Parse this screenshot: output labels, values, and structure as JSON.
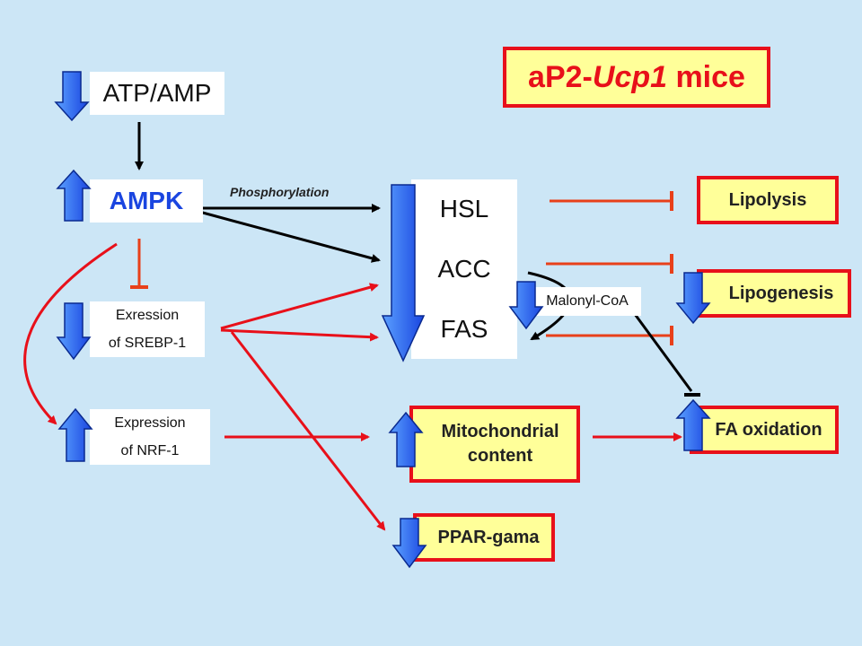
{
  "title": {
    "prefix": "aP2-",
    "gene": "Ucp1",
    "suffix": " mice"
  },
  "nodes": {
    "atp_amp": "ATP/AMP",
    "ampk": "AMPK",
    "phosphorylation": "Phosphorylation",
    "hsl": "HSL",
    "acc": "ACC",
    "fas": "FAS",
    "malonyl_coa": "Malonyl-CoA",
    "srebp_line1": "Exression",
    "srebp_line2": "of SREBP-1",
    "nrf_line1": "Expression",
    "nrf_line2": "of NRF-1",
    "lipolysis": "Lipolysis",
    "lipogenesis": "Lipogenesis",
    "fa_oxidation": "FA oxidation",
    "mito_line1": "Mitochondrial",
    "mito_line2": "content",
    "ppar": "PPAR-gama"
  },
  "colors": {
    "background": "#cce6f6",
    "activation_red": "#e8101a",
    "inhibition_red": "#e8401a",
    "blue_arrow": "#1a55e8",
    "black_arrow": "#000000",
    "outcome_fill": "#ffff99"
  },
  "indicators": {
    "atp_amp": "down",
    "ampk": "up",
    "srebp": "down",
    "nrf": "up",
    "hsl_acc_fas": "down",
    "malonyl_coa": "down",
    "lipogenesis": "down",
    "fa_oxidation": "up",
    "mitochondrial_content": "up",
    "ppar": "down"
  }
}
